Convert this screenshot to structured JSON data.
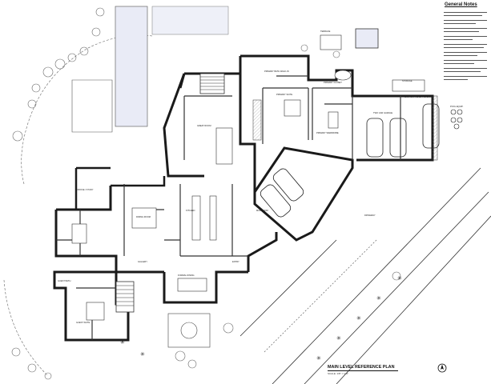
{
  "sheet": {
    "notes_title": "General Notes",
    "plan_title": "MAIN LEVEL REFERENCE PLAN",
    "scale": "SCALE: 1/8\" = 1'-0\""
  },
  "rooms": {
    "primary_bath": "PRIMARY BATH WALK-IN",
    "primary_suite": "PRIMARY SUITE",
    "primary_closet": "PRIMARY CLOSET",
    "primary_wardrobe": "PRIMARY WARDROBE",
    "terrace": "TERRACE",
    "great_room": "GREAT ROOM",
    "kitchen": "KITCHEN",
    "dining_room": "DINING ROOM",
    "garage_two_car": "TWO CAR GARAGE",
    "garage_carport": "CARPORT / SHOP / STORAGE",
    "storage": "STORAGE",
    "pool_equipment": "POOL EQUIP.",
    "office": "OFFICE / STUDY",
    "gallery": "GALLERY",
    "formal_dining": "FORMAL DINING",
    "guest_suite": "GUEST SUITE",
    "guest_bath": "GUEST BATH",
    "mudroom": "MUD ROOM",
    "entry": "ENTRY",
    "driveway": "DRIVEWAY"
  },
  "colors": {
    "line": "#1a1a1a",
    "wall": "#222222",
    "pool": "#e9ebf6",
    "tree": "#6a6a6a"
  }
}
